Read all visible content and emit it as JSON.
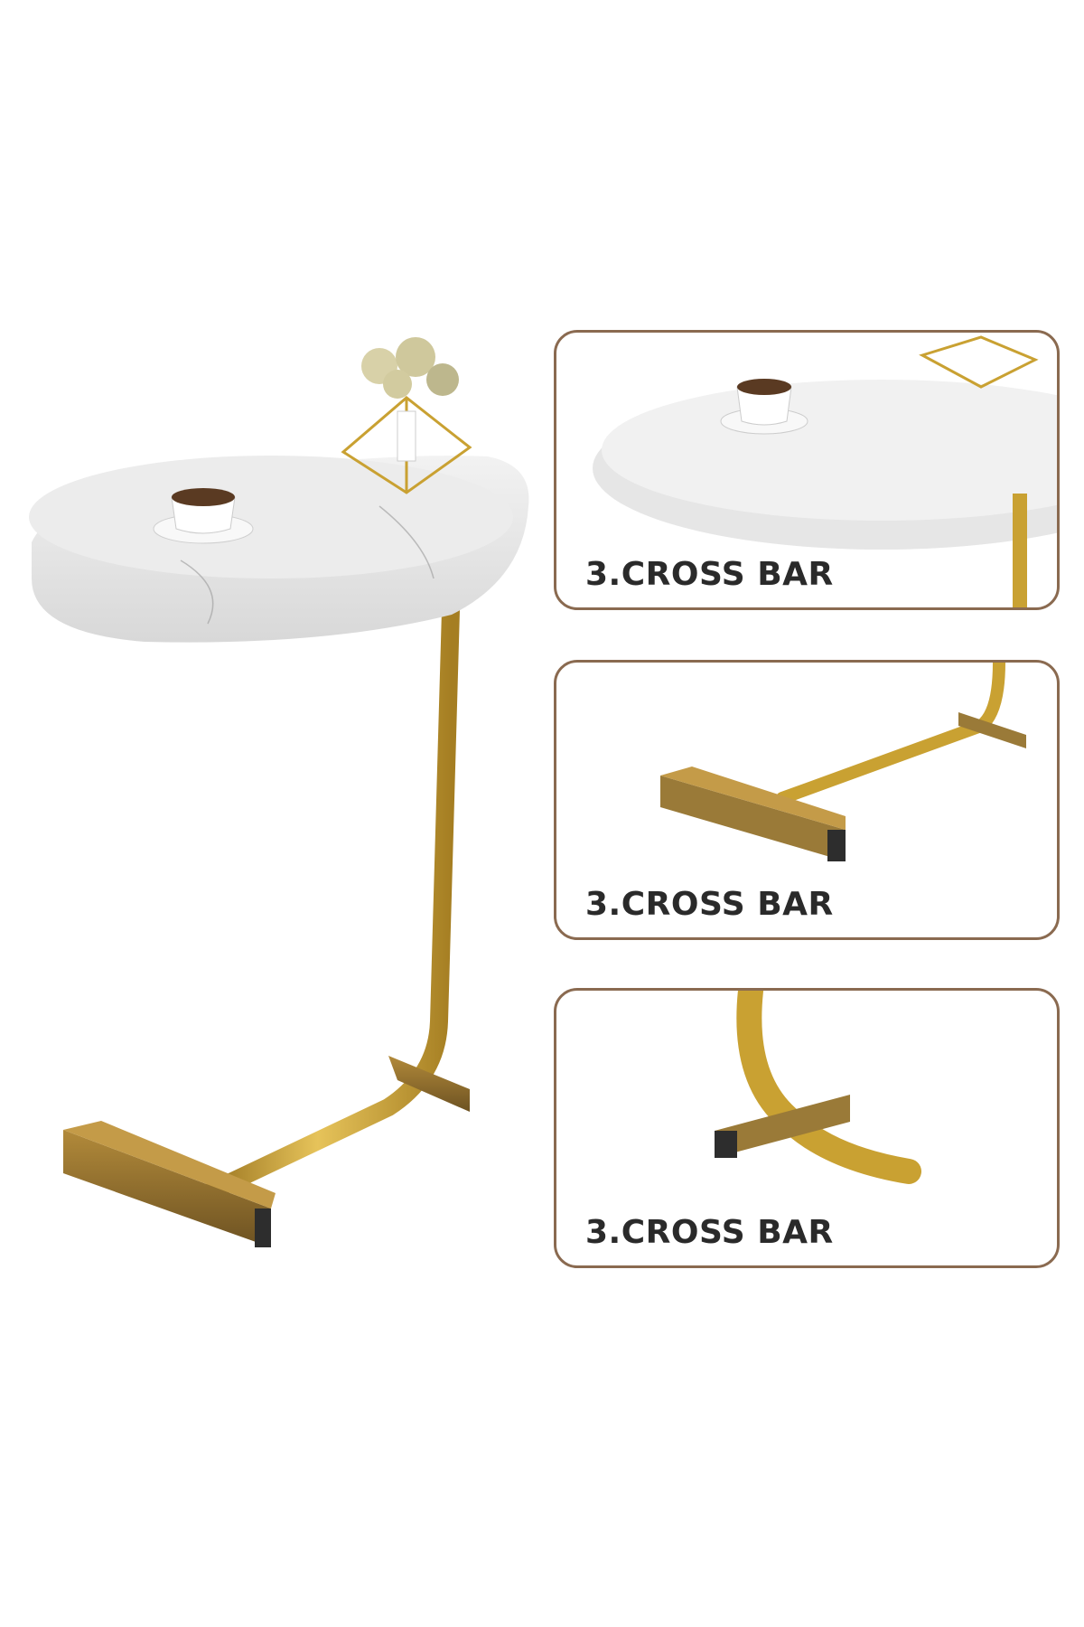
{
  "panels": [
    {
      "label": "3.CROSS BAR"
    },
    {
      "label": "3.CROSS BAR"
    },
    {
      "label": "3.CROSS BAR"
    }
  ],
  "colors": {
    "frame": "#8a6a50",
    "gold": "#c9a132",
    "marble": "#ececec",
    "text": "#2a2a2a"
  }
}
